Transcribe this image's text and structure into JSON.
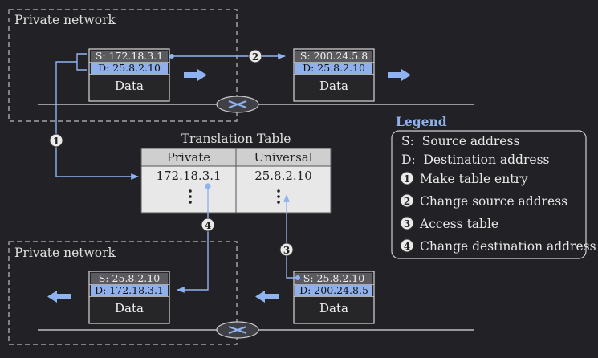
{
  "top_network": {
    "label": "Private network",
    "outgoing_packet": {
      "source": "S: 172.18.3.1",
      "destination": "D: 25.8.2.10",
      "payload": "Data"
    },
    "translated_packet": {
      "source": "S: 200.24.5.8",
      "destination": "D: 25.8.2.10",
      "payload": "Data"
    }
  },
  "bottom_network": {
    "label": "Private network",
    "incoming_packet": {
      "source": "S: 25.8.2.10",
      "destination": "D: 200.24.8.5",
      "payload": "Data"
    },
    "translated_packet": {
      "source": "S: 25.8.2.10",
      "destination": "D: 172.18.3.1",
      "payload": "Data"
    }
  },
  "translation_table": {
    "title": "Translation Table",
    "columns": [
      "Private",
      "Universal"
    ],
    "rows": [
      [
        "172.18.3.1",
        "25.8.2.10"
      ]
    ]
  },
  "steps": [
    {
      "number": "1",
      "label": "Make table entry"
    },
    {
      "number": "2",
      "label": "Change source address"
    },
    {
      "number": "3",
      "label": "Access table"
    },
    {
      "number": "4",
      "label": "Change destination address"
    }
  ],
  "legend": {
    "title": "Legend",
    "source_abbrev": "S:  Source address",
    "destination_abbrev": "D:  Destination address"
  },
  "colors": {
    "background": "#222226",
    "packet_fill": "#262629",
    "packet_border": "#d8d8d8",
    "source_row": "#5a5a60",
    "destination_row": "#8fb0ea",
    "accent_blue": "#8fb3f0",
    "table_fill": "#e8e8e8",
    "legend_title": "#8fb0ea"
  }
}
